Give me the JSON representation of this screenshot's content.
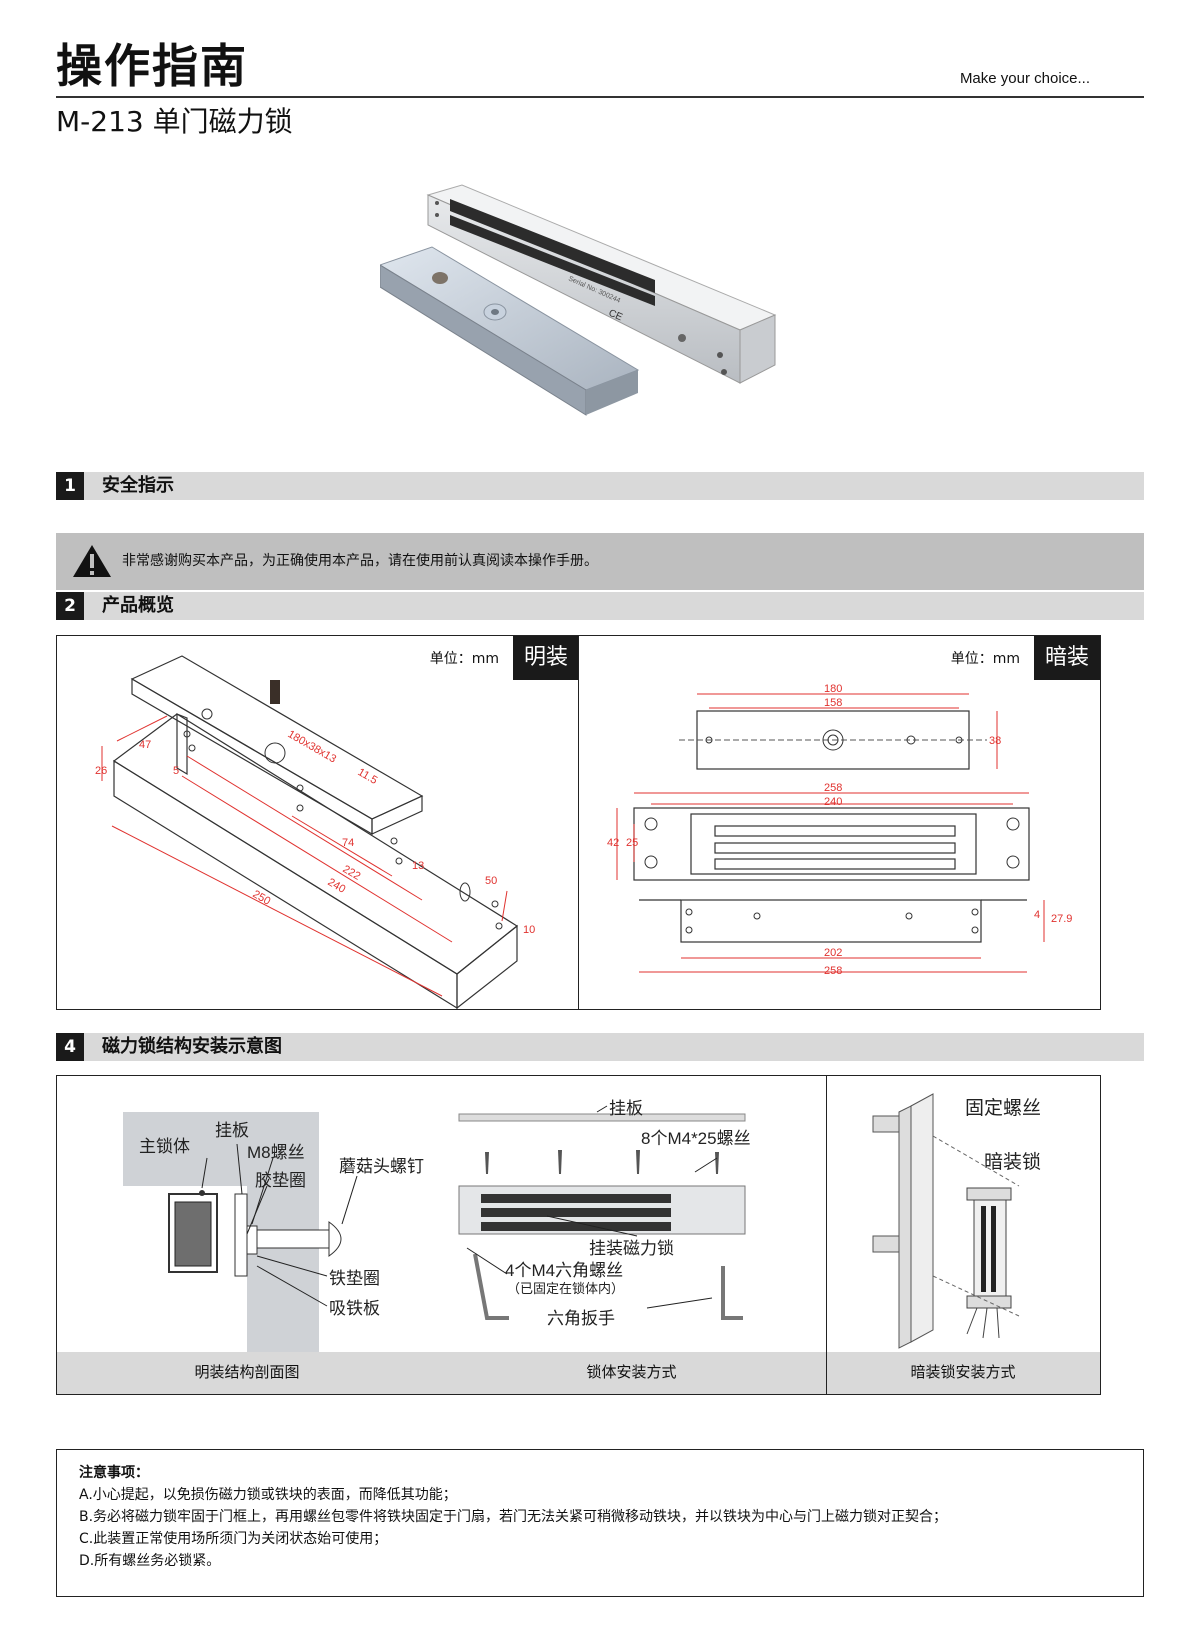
{
  "header": {
    "title": "操作指南",
    "tagline": "Make  your choice...",
    "subtitle": "M-213 单门磁力锁"
  },
  "product_label": {
    "serial": "Serial No: 300244",
    "ce": "CE"
  },
  "sections": {
    "s1": {
      "num": "1",
      "title": "安全指示"
    },
    "s2": {
      "num": "2",
      "title": "产品概览"
    },
    "s4": {
      "num": "4",
      "title": "磁力锁结构安装示意图"
    }
  },
  "warning": {
    "text": "非常感谢购买本产品，为正确使用本产品，请在使用前认真阅读本操作手册。"
  },
  "overview": {
    "left": {
      "unit": "单位：mm",
      "tag": "明装",
      "dims": [
        "180x38x13",
        "11.5",
        "47",
        "26",
        "5",
        "74",
        "13",
        "222",
        "240",
        "250",
        "50",
        "10"
      ]
    },
    "right": {
      "unit": "单位：mm",
      "tag": "暗装",
      "dims": [
        "180",
        "158",
        "38",
        "258",
        "240",
        "42",
        "25",
        "4",
        "27.9",
        "202",
        "258"
      ]
    }
  },
  "install": {
    "p1": {
      "labels": [
        "主锁体",
        "挂板",
        "M8螺丝",
        "胶垫圈",
        "蘑菇头螺钉",
        "铁垫圈",
        "吸铁板"
      ],
      "caption": "明装结构剖面图"
    },
    "p2": {
      "labels": [
        "挂板",
        "8个M4*25螺丝",
        "挂装磁力锁",
        "4个M4六角螺丝",
        "（已固定在锁体内）",
        "六角扳手"
      ],
      "caption": "锁体安装方式"
    },
    "p3": {
      "labels": [
        "固定螺丝",
        "暗装锁"
      ],
      "caption": "暗装锁安装方式"
    }
  },
  "notes": {
    "heading": "注意事项：",
    "items": [
      "A.小心提起，以免损伤磁力锁或铁块的表面，而降低其功能；",
      "B.务必将磁力锁牢固于门框上，再用螺丝包零件将铁块固定于门扇，若门无法关紧可稍微移动铁块，并以铁块为中心与门上磁力锁对正契合；",
      "C.此装置正常使用场所须门为关闭状态始可使用；",
      "D.所有螺丝务必锁紧。"
    ]
  },
  "colors": {
    "dim_red": "#e0322f",
    "section_gray": "#d9d9d9",
    "warn_gray": "#bfbfbf",
    "tag_black": "#1a1a1a"
  }
}
